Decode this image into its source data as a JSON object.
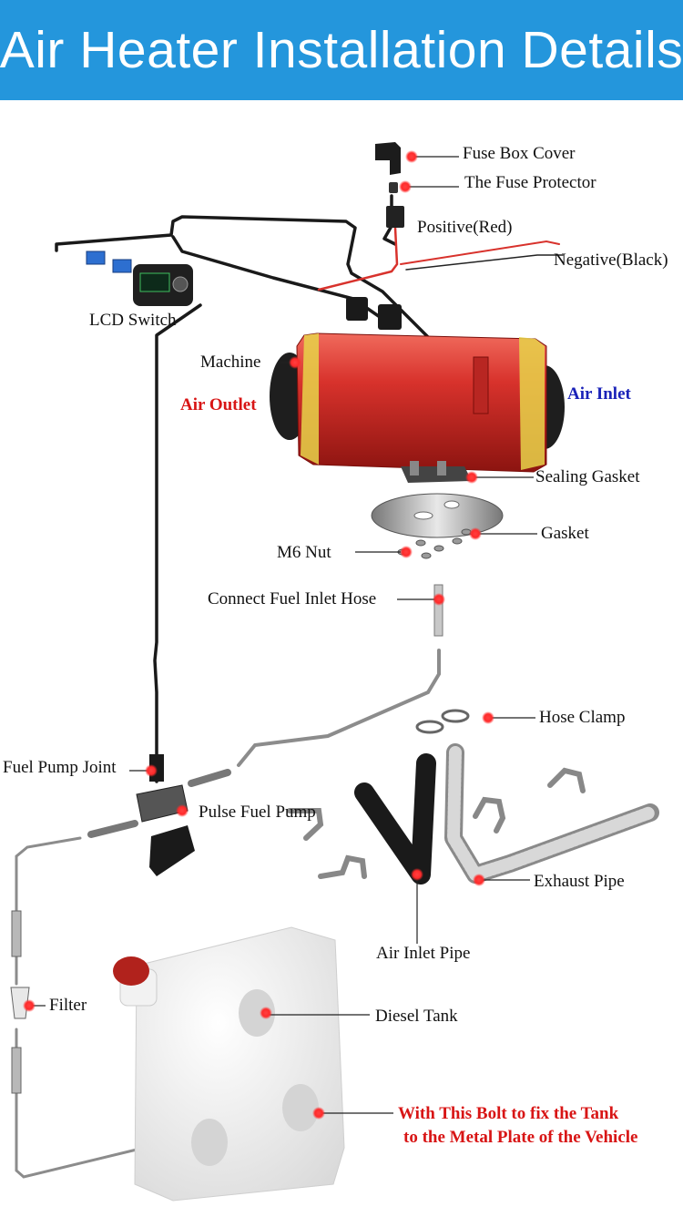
{
  "header": {
    "title": "Air Heater Installation Details"
  },
  "colors": {
    "header_bg": "#2496dc",
    "heater_body": "#d8322c",
    "dot": "#ff2222",
    "red_label": "#d81515",
    "blue_label": "#1a22b8"
  },
  "labels": {
    "fuse_box_cover": "Fuse Box Cover",
    "fuse_protector": "The Fuse Protector",
    "positive": "Positive(Red)",
    "negative": "Negative(Black)",
    "lcd_switch": "LCD Switch",
    "machine": "Machine",
    "air_outlet": "Air Outlet",
    "air_inlet": "Air Inlet",
    "sealing_gasket": "Sealing Gasket",
    "gasket": "Gasket",
    "m6_nut": "M6 Nut",
    "fuel_inlet_hose": "Connect Fuel Inlet Hose",
    "hose_clamp": "Hose Clamp",
    "fuel_pump_joint": "Fuel Pump Joint",
    "pulse_fuel_pump": "Pulse Fuel Pump",
    "exhaust_pipe": "Exhaust Pipe",
    "air_inlet_pipe": "Air Inlet Pipe",
    "filter": "Filter",
    "diesel_tank": "Diesel Tank",
    "bolt_line1": "With This Bolt to fix the Tank",
    "bolt_line2": "to the Metal Plate of the Vehicle"
  }
}
